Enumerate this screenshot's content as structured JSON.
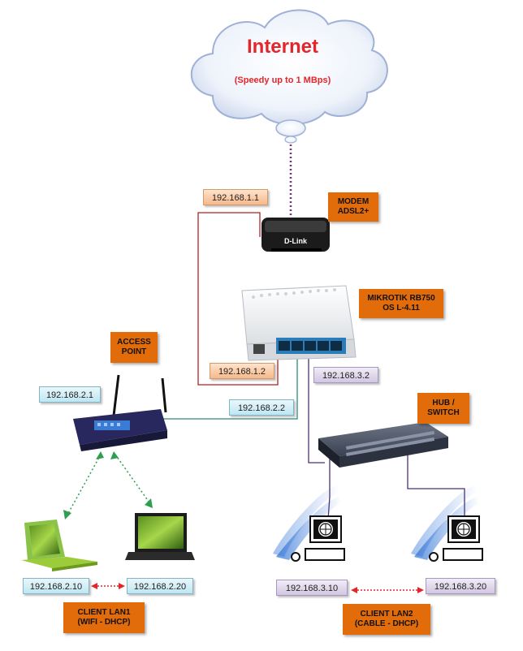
{
  "cloud": {
    "title": "Internet",
    "subtitle": "(Speedy up to 1 MBps)"
  },
  "devices": {
    "modem": {
      "lines": [
        "MODEM",
        "ADSL2+"
      ],
      "logo": "D-Link"
    },
    "mikrotik": {
      "lines": [
        "MIKROTIK RB750",
        "OS L-4.11"
      ]
    },
    "access_point": {
      "lines": [
        "ACCESS",
        "POINT"
      ]
    },
    "hub": {
      "lines": [
        "HUB /",
        "SWITCH"
      ]
    },
    "client_lan1": {
      "lines": [
        "CLIENT LAN1",
        "(WIFI - DHCP)"
      ]
    },
    "client_lan2": {
      "lines": [
        "CLIENT LAN2",
        "(CABLE - DHCP)"
      ]
    }
  },
  "ip_labels": {
    "modem_ip": "192.168.1.1",
    "mikrotik_wan_ip": "192.168.1.2",
    "mikrotik_lan2_ip": "192.168.3.2",
    "mikrotik_lan1_ip": "192.168.2.2",
    "ap_ip": "192.168.2.1",
    "laptop1_ip": "192.168.2.10",
    "laptop2_ip": "192.168.2.20",
    "pc1_ip": "192.168.3.10",
    "pc2_ip": "192.168.3.20"
  },
  "colors": {
    "wan_line": "#b22222",
    "lan1_line": "#2e8b7a",
    "lan2_line": "#4b2f7a",
    "wifi_link": "#2e9e4f",
    "client_link": "#e3262b",
    "tag_bg": "#e26b0a",
    "cloud_text": "#e3262b"
  }
}
